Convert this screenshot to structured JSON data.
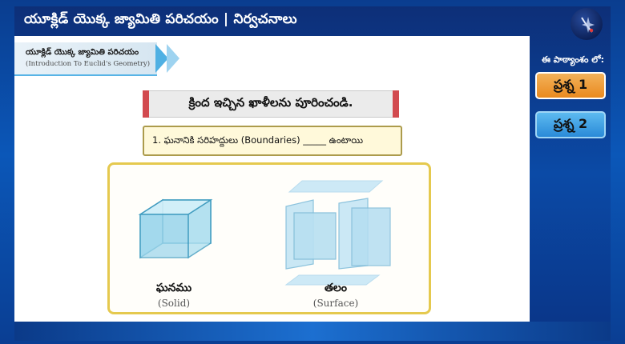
{
  "header": {
    "title": "యూక్లిడ్ యొక్క జ్యామితి పరిచయం | నిర్వచనాలు",
    "logo_icon": "channel-logo-icon"
  },
  "lesson_badge": {
    "title": "యూక్లిడ్ యొక్క జ్యామితి పరిచయం",
    "subtitle": "(Introduction To Euclid's Geometry)"
  },
  "instruction": "క్రింద ఇచ్చిన ఖాళీలను పూరించండి.",
  "question": "1. ఘనానికి  సరిహద్దులు (Boundaries) _____ ఉంటాయి",
  "figures": [
    {
      "label": "ఘనము",
      "sublabel": "(Solid)",
      "icon": "cube-icon"
    },
    {
      "label": "తలం",
      "sublabel": "(Surface)",
      "icon": "surfaces-icon"
    }
  ],
  "sidebar": {
    "label": "ఈ పాఠ్యాంశం లో:",
    "items": [
      {
        "label": "ప్రశ్న 1",
        "state": "active"
      },
      {
        "label": "ప్రశ్న 2",
        "state": "inactive"
      }
    ]
  },
  "colors": {
    "frame_blue": "#0b4aa6",
    "active_orange": "#e98a1f",
    "inactive_blue": "#2a8ad8",
    "instruction_red": "#d24a4f",
    "figure_border": "#e5c94e",
    "shape_fill": "#a8dcef",
    "shape_stroke": "#3f9bbf"
  }
}
